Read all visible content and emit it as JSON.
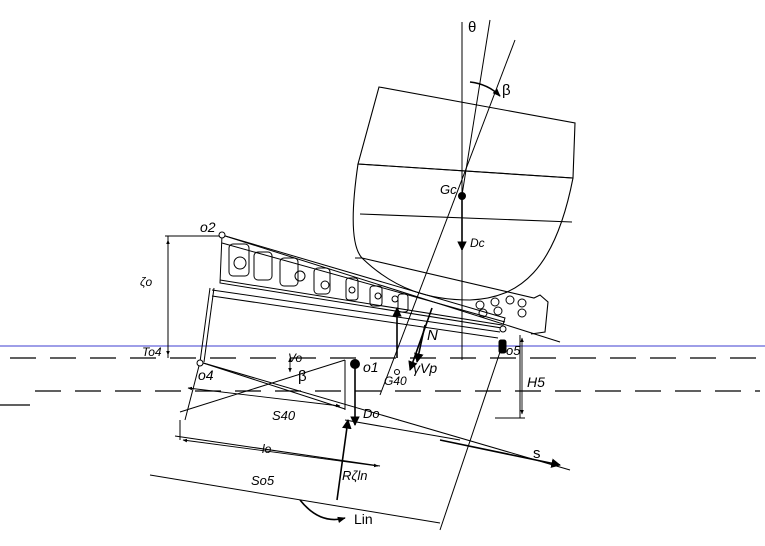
{
  "labels": {
    "theta": "θ",
    "beta_top": "β",
    "gc": "Gc",
    "dc": "Dc",
    "o2": "o2",
    "zeta0": "ζo",
    "to4": "To4",
    "o4": "o4",
    "v0": "Vo",
    "beta_low": "β",
    "o1": "o1",
    "s40": "S40",
    "d0": "Do",
    "g40": "G40",
    "n": "N",
    "vp": "γVp",
    "o5": "o5",
    "h5": "H5",
    "l0": "lo",
    "s05": "So5",
    "rzln": "Rζln",
    "s": "s",
    "lin": "Lin"
  },
  "colors": {
    "line": "#000000",
    "waterline": "#3c3cd2",
    "background": "#ffffff"
  }
}
